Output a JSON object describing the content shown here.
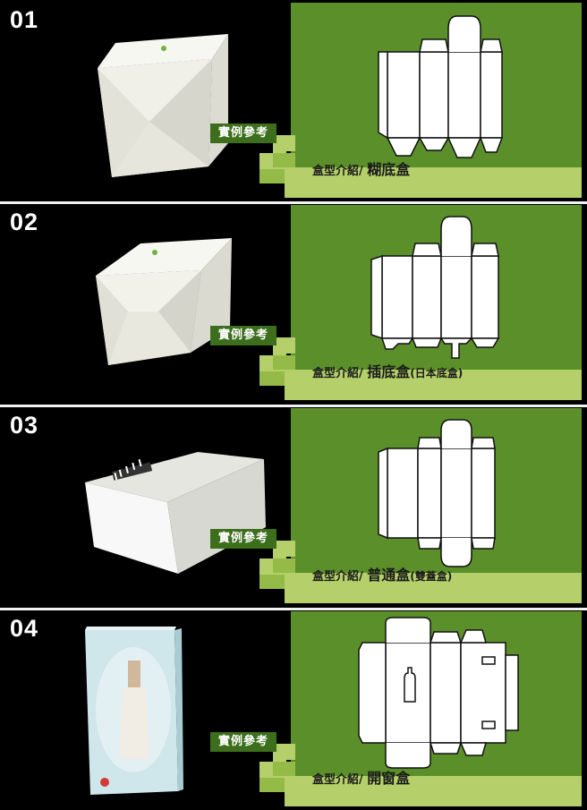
{
  "panels": [
    {
      "number": "01",
      "example_label": "實例參考",
      "type_prefix": "盒型介紹/ ",
      "type_name": "糊底盒",
      "type_note": ""
    },
    {
      "number": "02",
      "example_label": "實例參考",
      "type_prefix": "盒型介紹/ ",
      "type_name": "插底盒",
      "type_note": "(日本底盒)"
    },
    {
      "number": "03",
      "example_label": "實例參考",
      "type_prefix": "盒型介紹/ ",
      "type_name": "普通盒",
      "type_note": "(雙蓋盒)"
    },
    {
      "number": "04",
      "example_label": "實例參考",
      "type_prefix": "盒型介紹/ ",
      "type_name": "開窗盒",
      "type_note": ""
    }
  ],
  "colors": {
    "panel_green": "#5a8f2a",
    "step_light": "#b5d06a",
    "step_mid": "#94bb47",
    "label_dark_green": "#3c6e1b",
    "box_white": "#f4f4ef",
    "product_box_blue": "#cfe6ea"
  }
}
